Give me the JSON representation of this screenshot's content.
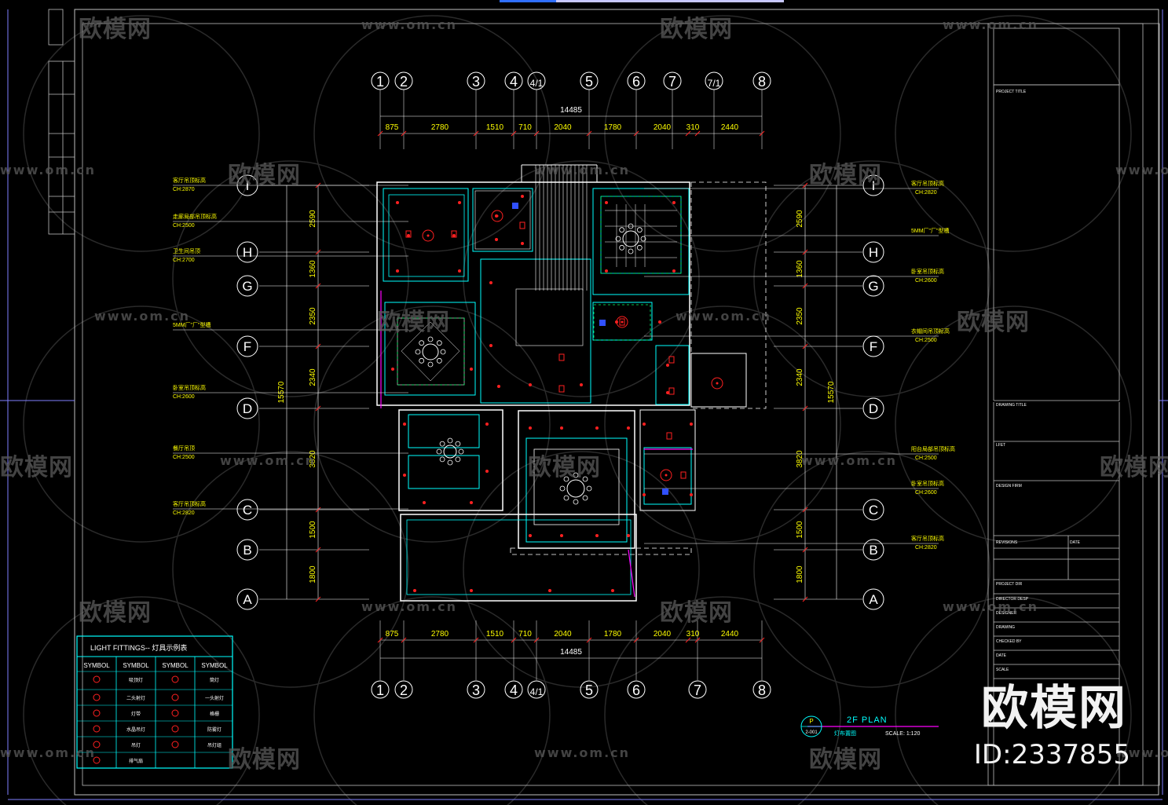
{
  "drawing": {
    "columns_top": [
      "1",
      "2",
      "3",
      "4",
      "4/1",
      "5",
      "6",
      "7",
      "7/1",
      "8"
    ],
    "columns_bottom": [
      "1",
      "2",
      "3",
      "4",
      "4/1",
      "5",
      "6",
      "7",
      "8"
    ],
    "rows": [
      "I",
      "H",
      "G",
      "F",
      "D",
      "C",
      "B",
      "A"
    ],
    "overall_dim": "14485",
    "segment_dims": [
      "875",
      "2780",
      "1510",
      "710",
      "2040",
      "1780",
      "2040",
      "310",
      "2440"
    ],
    "vertical_dims": [
      "2590",
      "1360",
      "2350",
      "2340",
      "3820",
      "1500",
      "1800"
    ],
    "vertical_total": "15570",
    "left_notes": [
      {
        "title": "客厅吊顶标高",
        "ch": "CH:2870"
      },
      {
        "title": "走廊局部吊顶标高",
        "ch": "CH:2500"
      },
      {
        "title": "卫生间吊顶",
        "ch": "CH:2700"
      },
      {
        "title": "5MM厂\"厂\"型槽",
        "ch": ""
      },
      {
        "title": "卧室吊顶标高",
        "ch": "CH:2600"
      },
      {
        "title": "餐厅吊顶",
        "ch": "CH:2500"
      },
      {
        "title": "客厅吊顶标高",
        "ch": "CH:2820"
      }
    ],
    "right_notes": [
      {
        "title": "客厅吊顶标高",
        "ch": "CH:2820"
      },
      {
        "title": "5MM厂\"厂\"型槽",
        "ch": ""
      },
      {
        "title": "卧室吊顶标高",
        "ch": "CH:2600"
      },
      {
        "title": "衣帽间吊顶标高",
        "ch": "CH:2500"
      },
      {
        "title": "阳台局部吊顶标高",
        "ch": "CH:2500"
      },
      {
        "title": "卧室吊顶标高",
        "ch": "CH:2600"
      },
      {
        "title": "客厅吊顶标高",
        "ch": "CH:2820"
      }
    ],
    "plan_title": "2F PLAN",
    "plan_subtitle": "灯布置图",
    "scale": "SCALE:  1:120",
    "plan_code_top": "P",
    "plan_code_bottom": "2-001"
  },
  "legend": {
    "title": "LIGHT  FITTINGS-- 灯具示例表",
    "header": [
      "SYMBOL",
      "SYMBOL",
      "SYMBOL",
      "SYMBOL"
    ],
    "labels": [
      "吸顶灯",
      "筒灯",
      "二头射灯",
      "一头射灯",
      "灯带",
      "格栅",
      "水晶吊灯",
      "防雾灯",
      "吊灯",
      "吊灯组",
      "排气扇"
    ]
  },
  "titleblock": {
    "project_title": "PROJECT TITLE",
    "drawing_title": "DRAWING TITLE",
    "lfet": "LFET",
    "design_firm": "DESIGN FIRM",
    "revisions": "REVISIONS",
    "date": "DATE",
    "project_dir": "PROJECT DIR",
    "director": "DIRECTOR DESP",
    "designer": "DESIGNER",
    "drawing": "DRAWING",
    "checked": "CHECKED BY",
    "date2": "DATE",
    "scale": "SCALE"
  },
  "watermark": {
    "cn": "欧模网",
    "url": "www.om.cn",
    "big": "欧模网",
    "id": "ID:2337855"
  },
  "colors": {
    "frame": "#ffffff",
    "wall": "#00ffff",
    "light": "#ff2020",
    "dim": "#ffff00",
    "axis": "#ffffff",
    "leader": "#ffffff",
    "magenta": "#ff00ff",
    "green": "#00ff66",
    "blue": "#3050ff"
  }
}
